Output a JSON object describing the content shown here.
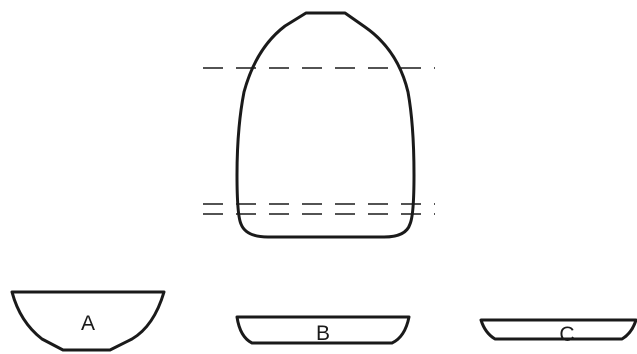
{
  "pieces": [
    {
      "label": "A"
    },
    {
      "label": "B"
    },
    {
      "label": "C"
    }
  ]
}
